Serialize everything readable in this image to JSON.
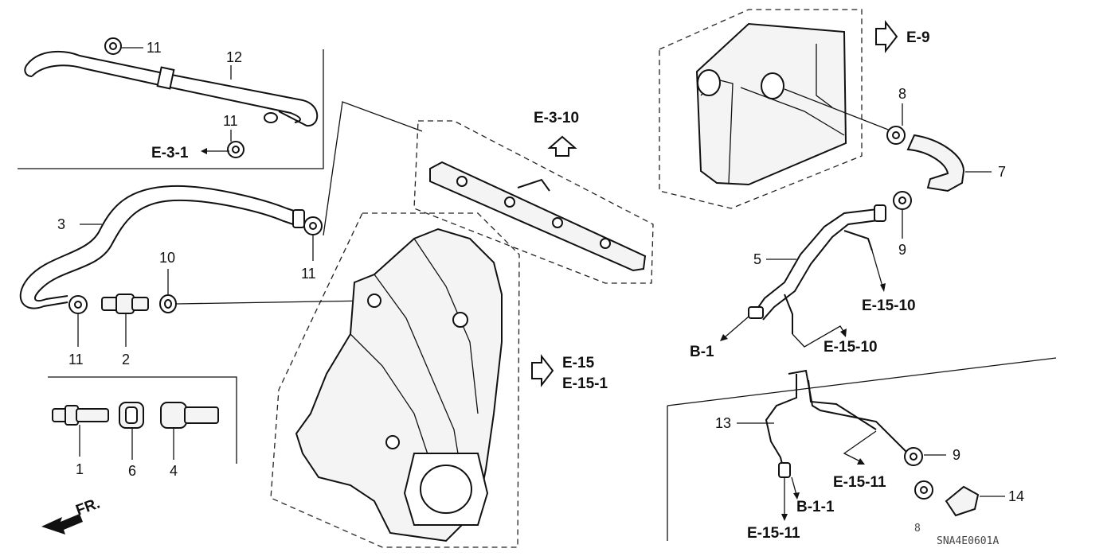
{
  "callouts": {
    "n1": "1",
    "n2": "2",
    "n3": "3",
    "n4": "4",
    "n5": "5",
    "n6": "6",
    "n7": "7",
    "n8": "8",
    "n9a": "9",
    "n9b": "9",
    "n10": "10",
    "n11a": "11",
    "n11b": "11",
    "n11c": "11",
    "n11d": "11",
    "n12": "12",
    "n13": "13",
    "n14": "14"
  },
  "references": {
    "e3_1": "E-3-1",
    "e3_10": "E-3-10",
    "e9": "E-9",
    "e15": "E-15",
    "e15_1": "E-15-1",
    "e15_10a": "E-15-10",
    "e15_10b": "E-15-10",
    "b1": "B-1",
    "e15_11a": "E-15-11",
    "e15_11b": "E-15-11",
    "b1_1": "B-1-1"
  },
  "front_label": "FR.",
  "diagram_code": "SNA4E0601A",
  "corner_mark": "8"
}
